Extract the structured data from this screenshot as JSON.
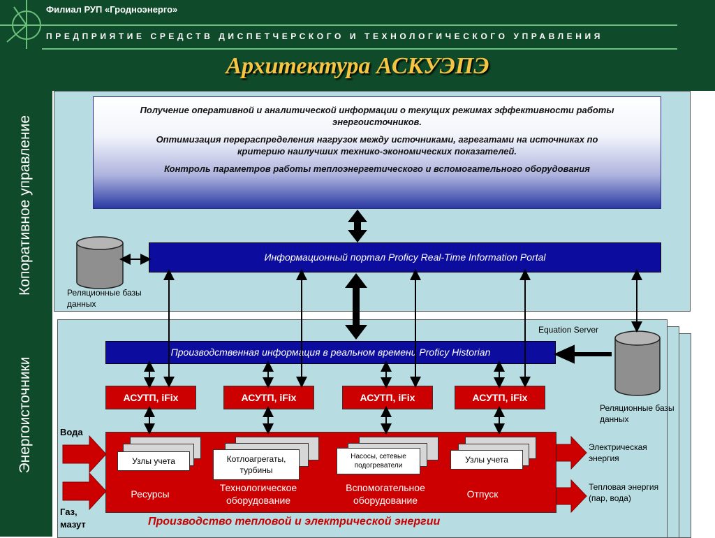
{
  "header": {
    "org": "Филиал РУП «Гродноэнерго»",
    "enterprise": "ПРЕДПРИЯТИЕ СРЕДСТВ ДИСПЕТЧЕРСКОГО И ТЕХНОЛОГИЧЕСКОГО УПРАВЛЕНИЯ",
    "title": "Архитектура АСКУЭПЭ"
  },
  "corporate": {
    "side_label": "Копоративное управление",
    "info_lines": [
      "Получение оперативной и аналитической информации о текущих режимах эффективности работы энергоисточников.",
      "Оптимизация перераспределения нагрузок между источниками, агрегатами на источниках по критерию наилучших технико-экономических показателей.",
      "Контроль параметров работы теплоэнергетического и вспомогательного оборудования"
    ],
    "portal": "Информационный портал  Proficy Real-Time Information Portal",
    "db_label": "Реляционные базы данных"
  },
  "sources": {
    "side_label": "Энергоисточники",
    "historian": "Производственная информация в реальном времени Proficy Historian",
    "equation_server": "Equation  Server",
    "db_label": "Реляционные базы данных",
    "asutp": [
      "АСУТП, iFix",
      "АСУТП, iFix",
      "АСУТП, iFix",
      "АСУТП, iFix"
    ],
    "water": "Вода",
    "gas": "Газ, мазут",
    "units": [
      "Узлы учета",
      "Котлоагрегаты, турбины",
      "Насосы, сетевые подогреватели",
      "Узлы учета"
    ],
    "groups": [
      "Ресурсы",
      "Технологическое оборудование",
      "Вспомогательное оборудование",
      "Отпуск"
    ],
    "production": "Производство тепловой и электрической энергии",
    "electric": "Электрическая энергия",
    "thermal": "Тепловая энергия (пар, вода)"
  },
  "colors": {
    "header_bg": "#0f4a2a",
    "title": "#f5c542",
    "panel": "#b7dde2",
    "blue_bar": "#0c0c9e",
    "red": "#cc0000"
  }
}
